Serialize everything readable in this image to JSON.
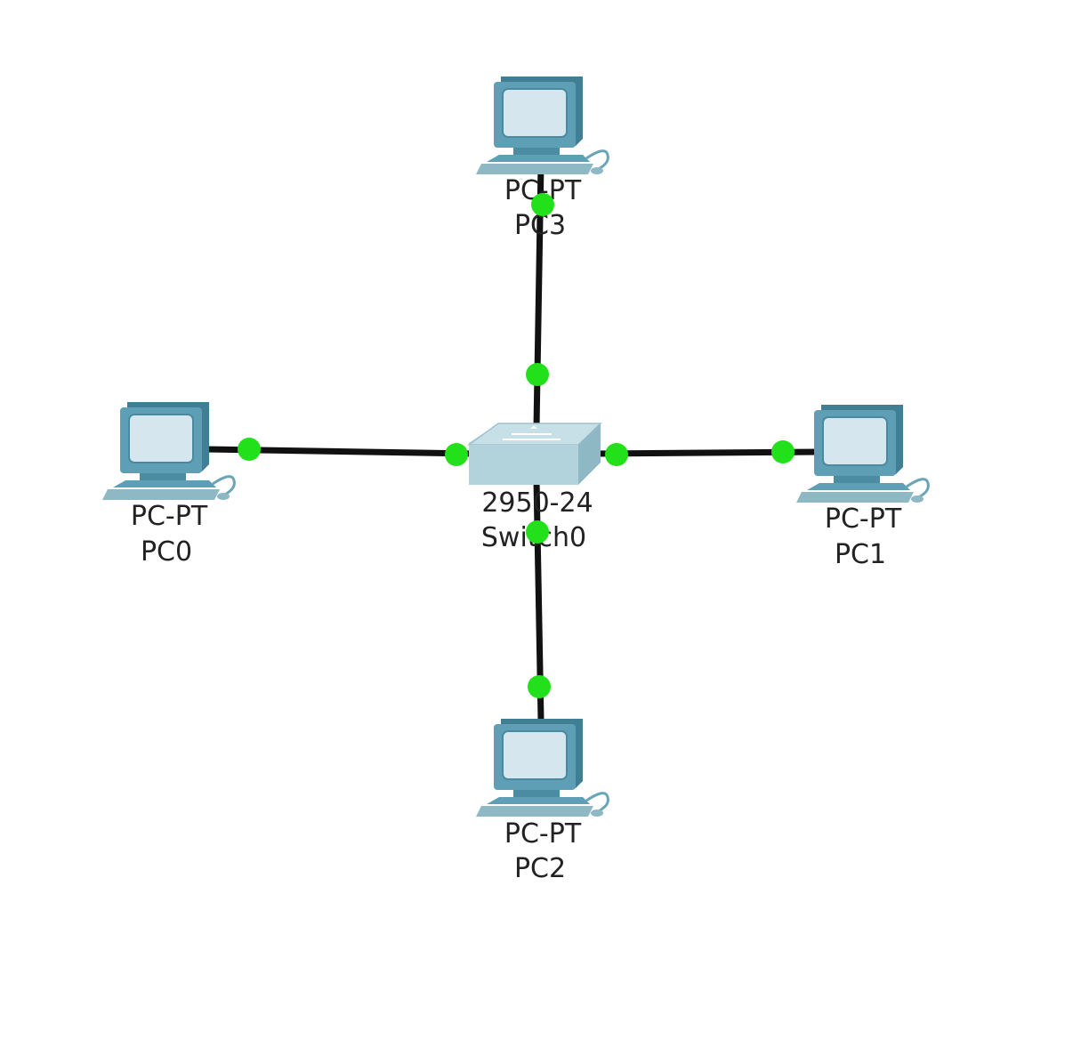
{
  "topology": {
    "switch": {
      "model": "2950-24",
      "name": "Switch0",
      "icon": "switch-icon"
    },
    "pcs": [
      {
        "id": "pc0",
        "model": "PC-PT",
        "name": "PC0",
        "icon": "pc-icon"
      },
      {
        "id": "pc1",
        "model": "PC-PT",
        "name": "PC1",
        "icon": "pc-icon"
      },
      {
        "id": "pc2",
        "model": "PC-PT",
        "name": "PC2",
        "icon": "pc-icon"
      },
      {
        "id": "pc3",
        "model": "PC-PT",
        "name": "PC3",
        "icon": "pc-icon"
      }
    ],
    "links": [
      {
        "from": "pc0",
        "to": "switch",
        "status": "up"
      },
      {
        "from": "pc1",
        "to": "switch",
        "status": "up"
      },
      {
        "from": "pc2",
        "to": "switch",
        "status": "up"
      },
      {
        "from": "pc3",
        "to": "switch",
        "status": "up"
      }
    ]
  },
  "colors": {
    "background": "#ffffff",
    "cable": "#111111",
    "link_up": "#22e01a",
    "device_body": "#5e9fb5",
    "device_dark": "#3f7e93",
    "device_screen": "#d6e6ee",
    "switch_top": "#b9d6df",
    "switch_side": "#8fb8c5",
    "label_text": "#222222"
  }
}
